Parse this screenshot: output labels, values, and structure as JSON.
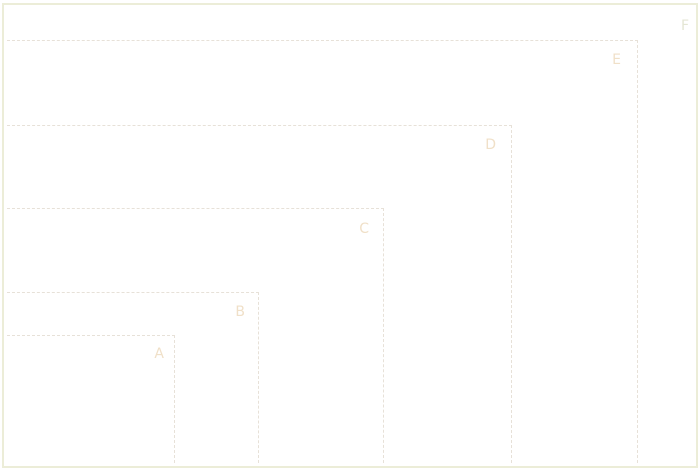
{
  "regions": [
    {
      "id": "F",
      "label": "F"
    },
    {
      "id": "E",
      "label": "E"
    },
    {
      "id": "D",
      "label": "D"
    },
    {
      "id": "C",
      "label": "C"
    },
    {
      "id": "B",
      "label": "B"
    },
    {
      "id": "A",
      "label": "A"
    }
  ],
  "colors": {
    "outer_border": "#ecedd8",
    "dashed_border": "#e7e1d8",
    "label_text": "#f0e0c8",
    "background": "#ffffff"
  }
}
